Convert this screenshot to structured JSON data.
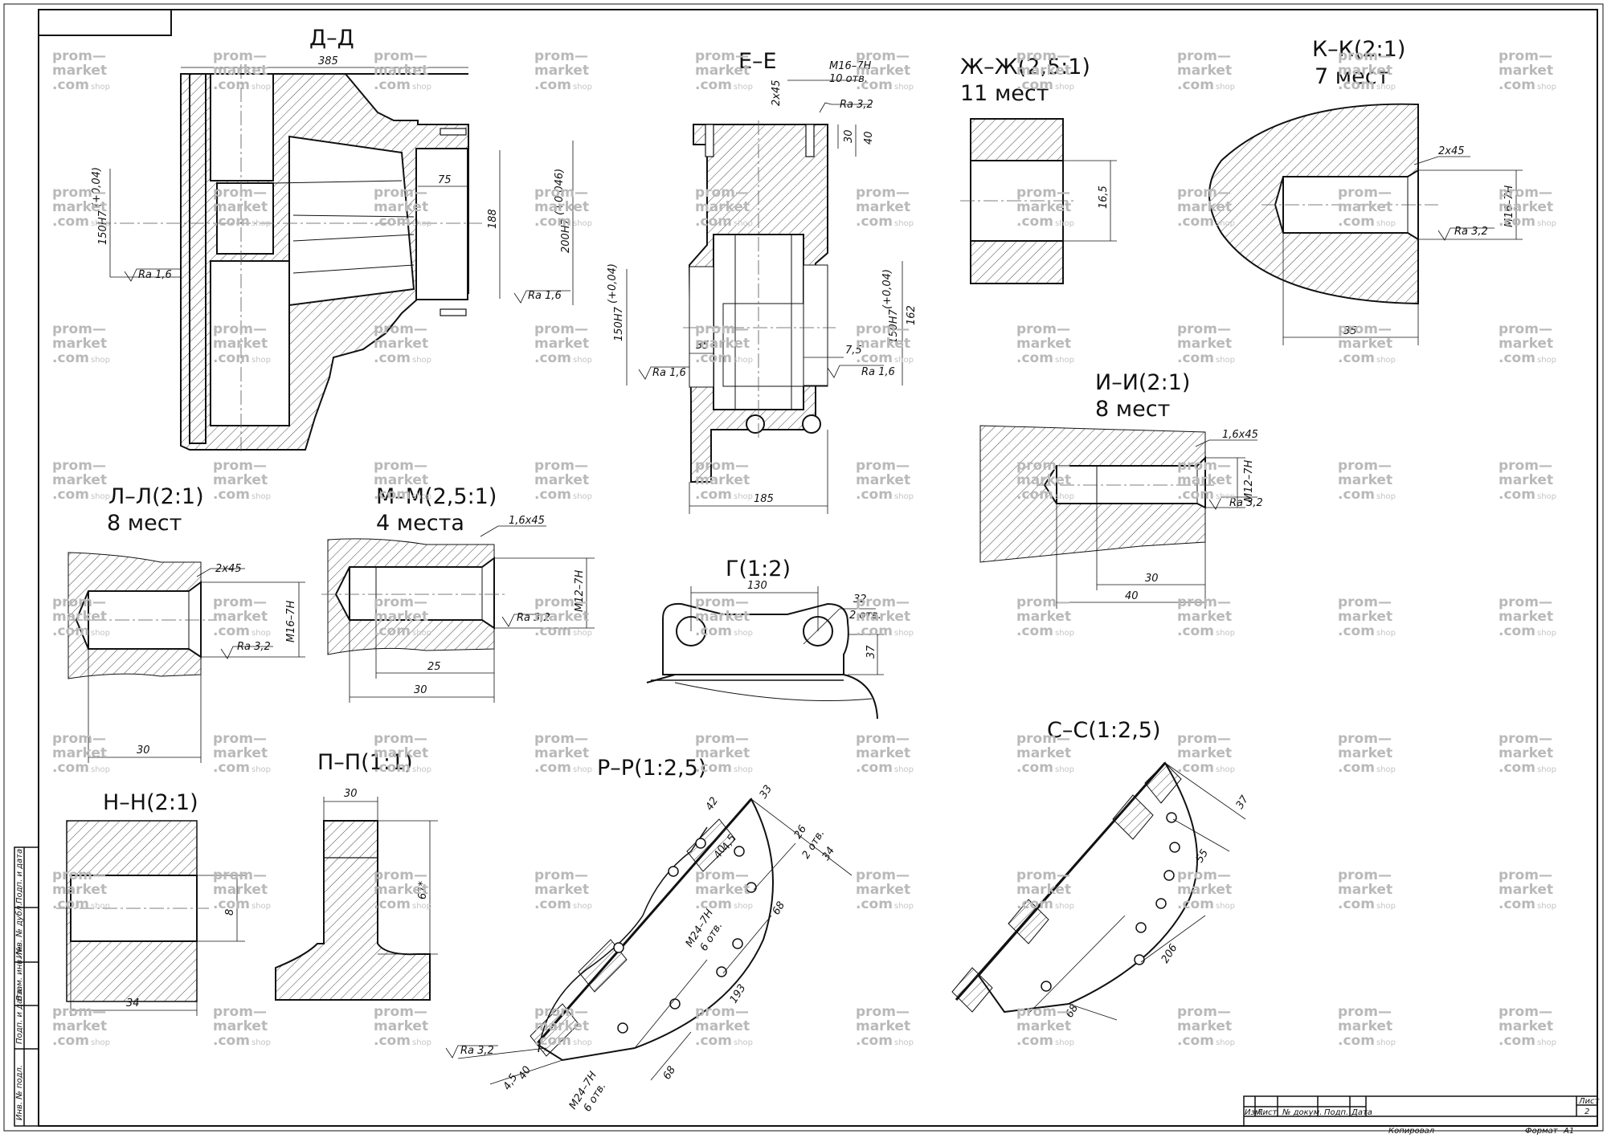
{
  "drawing": {
    "sections": {
      "dd": {
        "title": "Д–Д",
        "d385": "385",
        "d75": "75",
        "d188": "188",
        "d150": "150H7",
        "d150t": "(+0,04)",
        "d200": "200H7",
        "d200t": "(+0,046)",
        "ra1": "Ra 1,6",
        "ra2": "Ra 1,6"
      },
      "ee": {
        "title": "Е–Е",
        "m16": "М16–7Н",
        "otv": "10 отв.",
        "ch": "2х45",
        "ra": "Ra 3,2",
        "d30": "30",
        "d40": "40",
        "d150": "150H7",
        "d150t": "(+0,04)",
        "d35": "35",
        "d75": "7,5",
        "d150b": "150H7",
        "d150bt": "(+0,04)",
        "d162": "162",
        "d185": "185",
        "raL": "Ra 1,6",
        "raR": "Ra 1,6"
      },
      "zhzh": {
        "title": "Ж–Ж(2,5:1)",
        "count": "11 мест",
        "d165": "16,5"
      },
      "kk": {
        "title": "К–К(2:1)",
        "count": "7 мест",
        "ch": "2х45",
        "m16": "М16–7Н",
        "ra": "Ra 3,2",
        "d35": "35"
      },
      "ii": {
        "title": "И–И(2:1)",
        "count": "8 мест",
        "ch": "1,6х45",
        "m12": "М12–7Н",
        "ra": "Ra 3,2",
        "d30": "30",
        "d40": "40"
      },
      "ll": {
        "title": "Л–Л(2:1)",
        "count": "8 мест",
        "ch": "2х45",
        "m16": "М16–7Н",
        "ra": "Ra 3,2",
        "d30": "30"
      },
      "mm": {
        "title": "М–М(2,5:1)",
        "count": "4 места",
        "ch": "1,6х45",
        "m12": "М12–7Н",
        "ra": "Ra 3,2",
        "d25": "25",
        "d30": "30"
      },
      "g": {
        "title": "Г(1:2)",
        "d130": "130",
        "d32": "32",
        "otv": "2 отв.",
        "d37": "37"
      },
      "nn": {
        "title": "Н–Н(2:1)",
        "d34": "34",
        "d8": "8"
      },
      "pp": {
        "title": "П–П(1:1)",
        "d30": "30",
        "d67": "67*"
      },
      "rr": {
        "title": "Р–Р(1:2,5)",
        "d42": "42",
        "d33": "33",
        "d26": "26",
        "otv2": "2 отв.",
        "d34": "34",
        "d40": "40",
        "d45": "4,5",
        "m24a": "М24–7Н",
        "otv6a": "6 отв.",
        "d68a": "68",
        "d193": "193",
        "m24b": "М24–7Н",
        "otv6b": "6 отв.",
        "d68b": "68",
        "d40b": "40",
        "d45b": "4,5",
        "ra": "Ra 3,2"
      },
      "ss": {
        "title": "С–С(1:2,5)",
        "d37": "37",
        "d55": "55",
        "d206": "206",
        "d68": "68"
      }
    },
    "watermark": {
      "line1": "prom—",
      "line2": "market",
      "line3": ".com",
      "shop": "shop"
    },
    "title_block": {
      "izm": "Изм.",
      "list": "Лист",
      "doc": "№ докум.",
      "podp": "Подп.",
      "date": "Дата",
      "list_label": "Лист",
      "list_no": "2",
      "copied": "Копировал",
      "format": "Формат",
      "format_val": "А1"
    },
    "side_stamp": [
      "Инв. № подл.",
      "Подп. и дата",
      "Взам. инв. №",
      "Инв. № дубл.",
      "Подп. и дата"
    ]
  }
}
